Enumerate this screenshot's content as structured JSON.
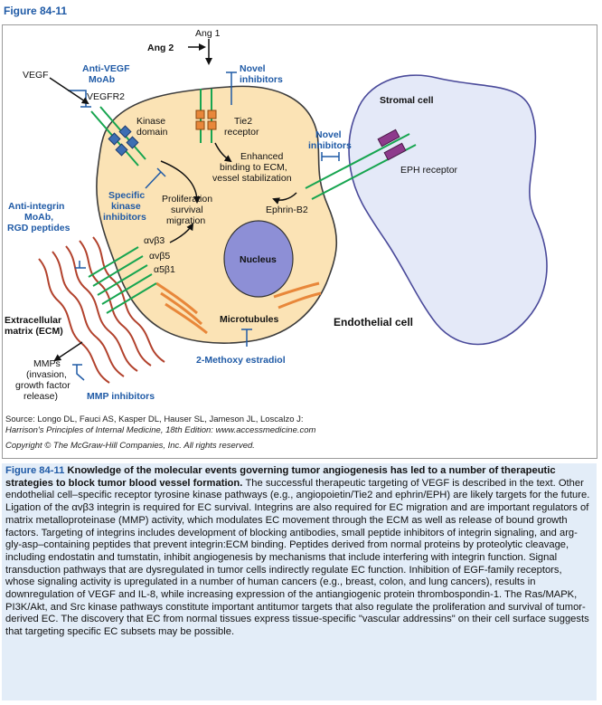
{
  "figure": {
    "label": "Figure 84-11",
    "labels": {
      "ang1": "Ang 1",
      "ang2": "Ang 2",
      "vegf": "VEGF",
      "anti_vegf_line1": "Anti-VEGF",
      "anti_vegf_line2": "MoAb",
      "novel_top_line1": "Novel",
      "novel_top_line2": "inhibitors",
      "vegfr2": "VEGFR2",
      "kinase_domain_line1": "Kinase",
      "kinase_domain_line2": "domain",
      "tie2_line1": "Tie2",
      "tie2_line2": "receptor",
      "enhanced_line1": "Enhanced",
      "enhanced_line2": "binding to ECM,",
      "enhanced_line3": "vessel stabilization",
      "stromal_cell": "Stromal cell",
      "novel_mid_line1": "Novel",
      "novel_mid_line2": "inhibitors",
      "eph_receptor": "EPH receptor",
      "ephrin_b2": "Ephrin-B2",
      "specific_kinase_line1": "Specific",
      "specific_kinase_line2": "kinase",
      "specific_kinase_line3": "inhibitors",
      "proliferation_line1": "Proliferation",
      "proliferation_line2": "survival",
      "proliferation_line3": "migration",
      "anti_integrin_line1": "Anti-integrin",
      "anti_integrin_line2": "MoAb,",
      "anti_integrin_line3": "RGD peptides",
      "avb3": "αvβ3",
      "avb5": "αvβ5",
      "a5b1": "α5β1",
      "nucleus": "Nucleus",
      "ecm_line1": "Extracellular",
      "ecm_line2": "matrix (ECM)",
      "microtubules": "Microtubules",
      "endothelial_cell": "Endothelial cell",
      "methoxy": "2-Methoxy estradiol",
      "mmps_line1": "MMPs",
      "mmps_line2": "(invasion,",
      "mmps_line3": "growth factor",
      "mmps_line4": "release)",
      "mmp_inhibitors": "MMP inhibitors"
    },
    "source_line1": "Source: Longo DL, Fauci AS, Kasper DL, Hauser SL, Jameson JL, Loscalzo J:",
    "source_line2": "Harrison's Principles of Internal Medicine, 18th Edition: www.accessmedicine.com",
    "copyright": "Copyright © The McGraw-Hill Companies, Inc. All rights reserved.",
    "colors": {
      "cell_fill": "#fbe3b5",
      "nucleus_fill": "#8d8fd6",
      "stromal_fill": "#e4e9f8",
      "receptor_green": "#17a550",
      "kinase_blue": "#3d6eb3",
      "tie2_orange": "#e8873a",
      "eph_magenta": "#8e3a8c",
      "inhibitor_blue": "#1f5aa6",
      "ecm_brown": "#b2422d",
      "microtubule_orange": "#e8873a"
    }
  },
  "caption": {
    "label": "Figure 84-11",
    "title": "Knowledge of the molecular events governing tumor angiogenesis has led to a number of therapeutic strategies to block tumor blood vessel formation.",
    "body": "The successful therapeutic targeting of VEGF is described in the text. Other endothelial cell–specific receptor tyrosine kinase pathways (e.g., angiopoietin/Tie2 and ephrin/EPH) are likely targets for the future. Ligation of the αvβ3 integrin is required for EC survival. Integrins are also required for EC migration and are important regulators of matrix metalloproteinase (MMP) activity, which modulates EC movement through the ECM as well as release of bound growth factors. Targeting of integrins includes development of blocking antibodies, small peptide inhibitors of integrin signaling, and arg-gly-asp–containing peptides that prevent integrin:ECM binding. Peptides derived from normal proteins by proteolytic cleavage, including endostatin and tumstatin, inhibit angiogenesis by mechanisms that include interfering with integrin function. Signal transduction pathways that are dysregulated in tumor cells indirectly regulate EC function. Inhibition of EGF-family receptors, whose signaling activity is upregulated in a number of human cancers (e.g., breast, colon, and lung cancers), results in downregulation of VEGF and IL-8, while increasing expression of the antiangiogenic protein thrombospondin-1. The Ras/MAPK, PI3K/Akt, and Src kinase pathways constitute important antitumor targets that also regulate the proliferation and survival of tumor-derived EC. The discovery that EC from normal tissues express tissue-specific \"vascular addressins\" on their cell surface suggests that targeting specific EC subsets may be possible."
  }
}
